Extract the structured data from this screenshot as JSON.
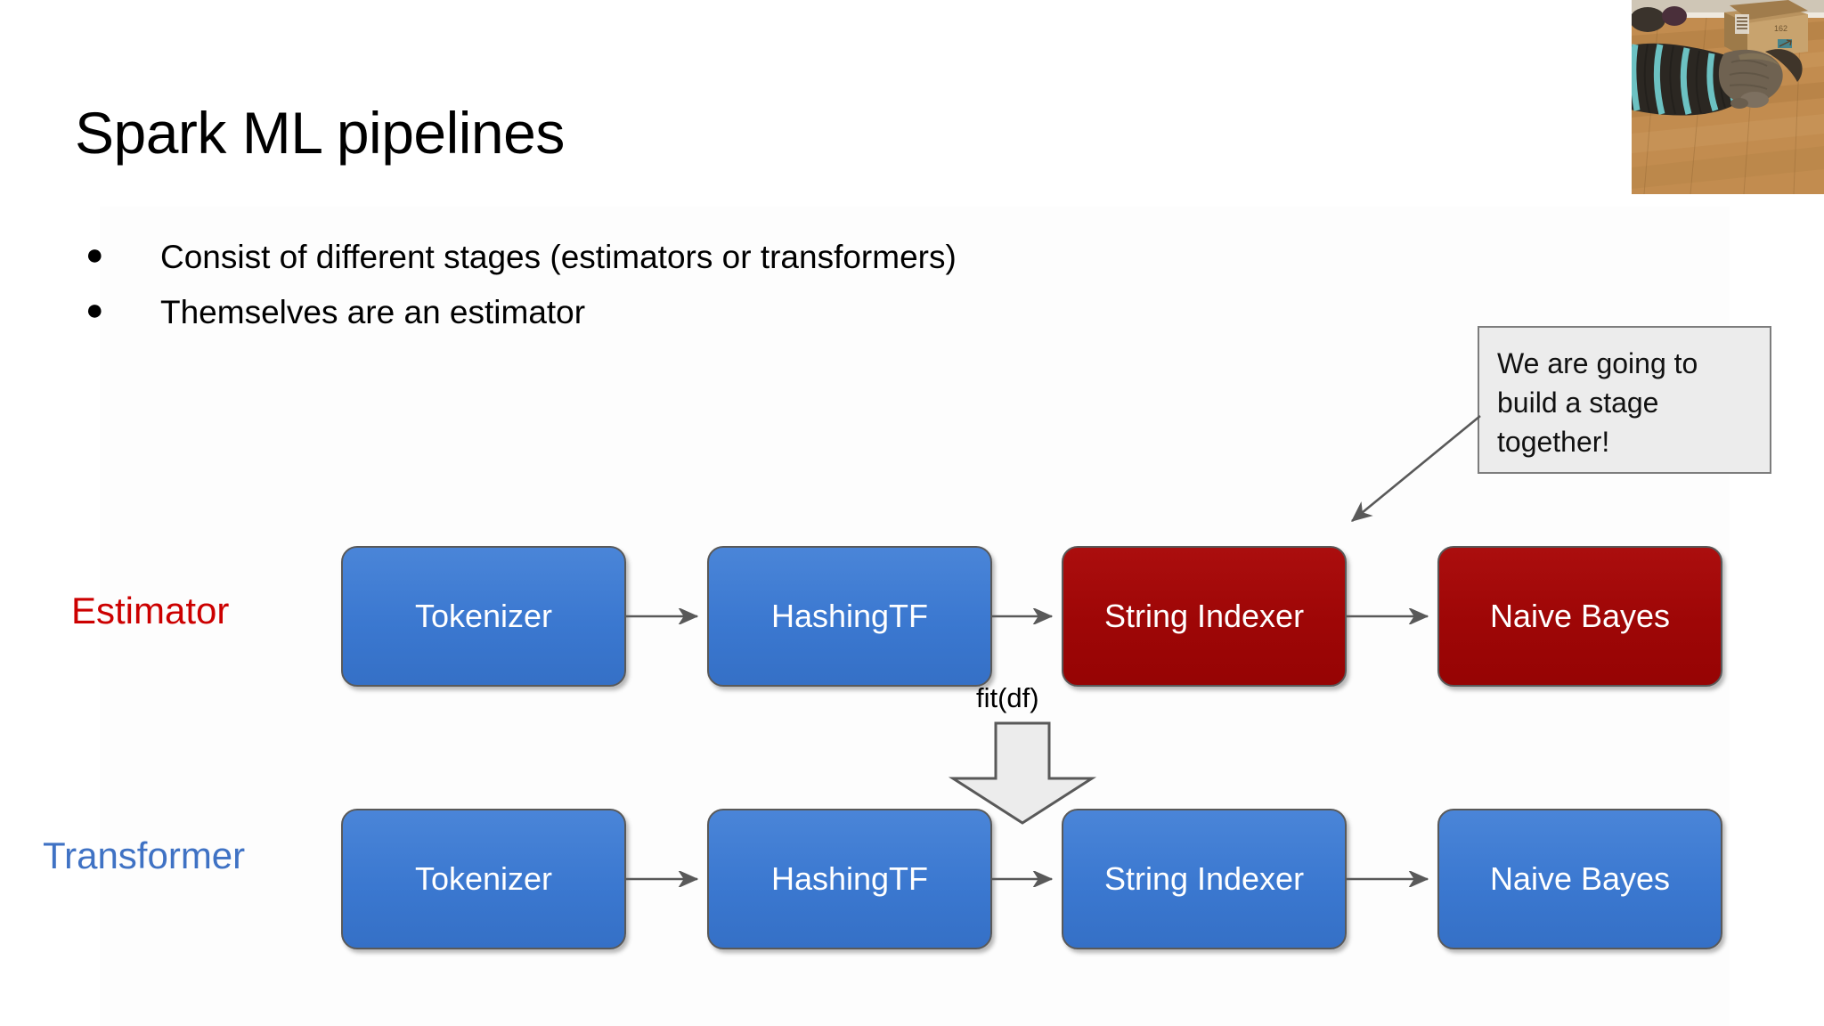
{
  "slide": {
    "title": "Spark ML pipelines",
    "bullets": [
      "Consist of different stages (estimators or transformers)",
      "Themselves are an estimator"
    ],
    "bullet_marker": "●"
  },
  "callout": {
    "text": "We are going to build a stage together!",
    "background": "#ececec",
    "border_color": "#7d7d7d",
    "arrow_color": "#595959"
  },
  "row_labels": {
    "estimator": "Estimator",
    "estimator_color": "#cc0000",
    "transformer": "Transformer",
    "transformer_color": "#3f72c4"
  },
  "diagram": {
    "fit_label": "fit(df)",
    "colors": {
      "blue_box": "#3b78d0",
      "red_box": "#9e0606",
      "box_border": "#595959",
      "box_text": "#ffffff",
      "connector": "#595959",
      "fit_arrow_fill": "#ececec",
      "fit_arrow_stroke": "#595959"
    },
    "estimator_row": [
      {
        "label": "Tokenizer",
        "color": "blue"
      },
      {
        "label": "HashingTF",
        "color": "blue"
      },
      {
        "label": "String Indexer",
        "color": "red"
      },
      {
        "label": "Naive Bayes",
        "color": "red"
      }
    ],
    "transformer_row": [
      {
        "label": "Tokenizer",
        "color": "blue"
      },
      {
        "label": "HashingTF",
        "color": "blue"
      },
      {
        "label": "String Indexer",
        "color": "blue"
      },
      {
        "label": "Naive Bayes",
        "color": "blue"
      }
    ]
  },
  "photo": {
    "alt": "Cat lying inside a black and teal collapsible cat tunnel on a hardwood floor, with an open cardboard box behind it",
    "box_marking": "162"
  }
}
